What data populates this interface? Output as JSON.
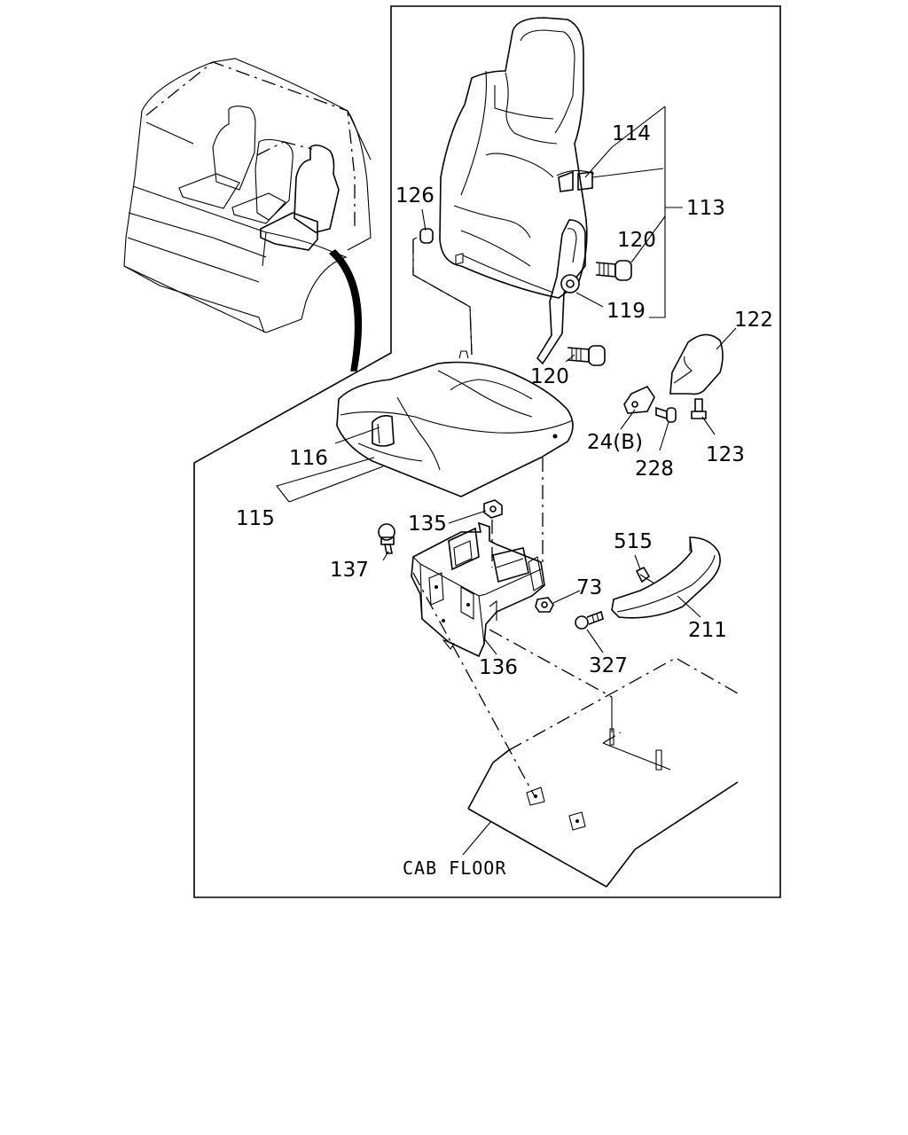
{
  "callouts": [
    {
      "id": "114",
      "text": "114"
    },
    {
      "id": "113",
      "text": "113"
    },
    {
      "id": "126",
      "text": "126"
    },
    {
      "id": "120a",
      "text": "120"
    },
    {
      "id": "119",
      "text": "119"
    },
    {
      "id": "120b",
      "text": "120"
    },
    {
      "id": "122",
      "text": "122"
    },
    {
      "id": "24b",
      "text": "24(B)"
    },
    {
      "id": "228",
      "text": "228"
    },
    {
      "id": "123",
      "text": "123"
    },
    {
      "id": "116",
      "text": "116"
    },
    {
      "id": "115",
      "text": "115"
    },
    {
      "id": "135",
      "text": "135"
    },
    {
      "id": "137",
      "text": "137"
    },
    {
      "id": "515",
      "text": "515"
    },
    {
      "id": "73",
      "text": "73"
    },
    {
      "id": "211",
      "text": "211"
    },
    {
      "id": "136",
      "text": "136"
    },
    {
      "id": "327",
      "text": "327"
    }
  ],
  "floor_label": "CAB FLOOR"
}
